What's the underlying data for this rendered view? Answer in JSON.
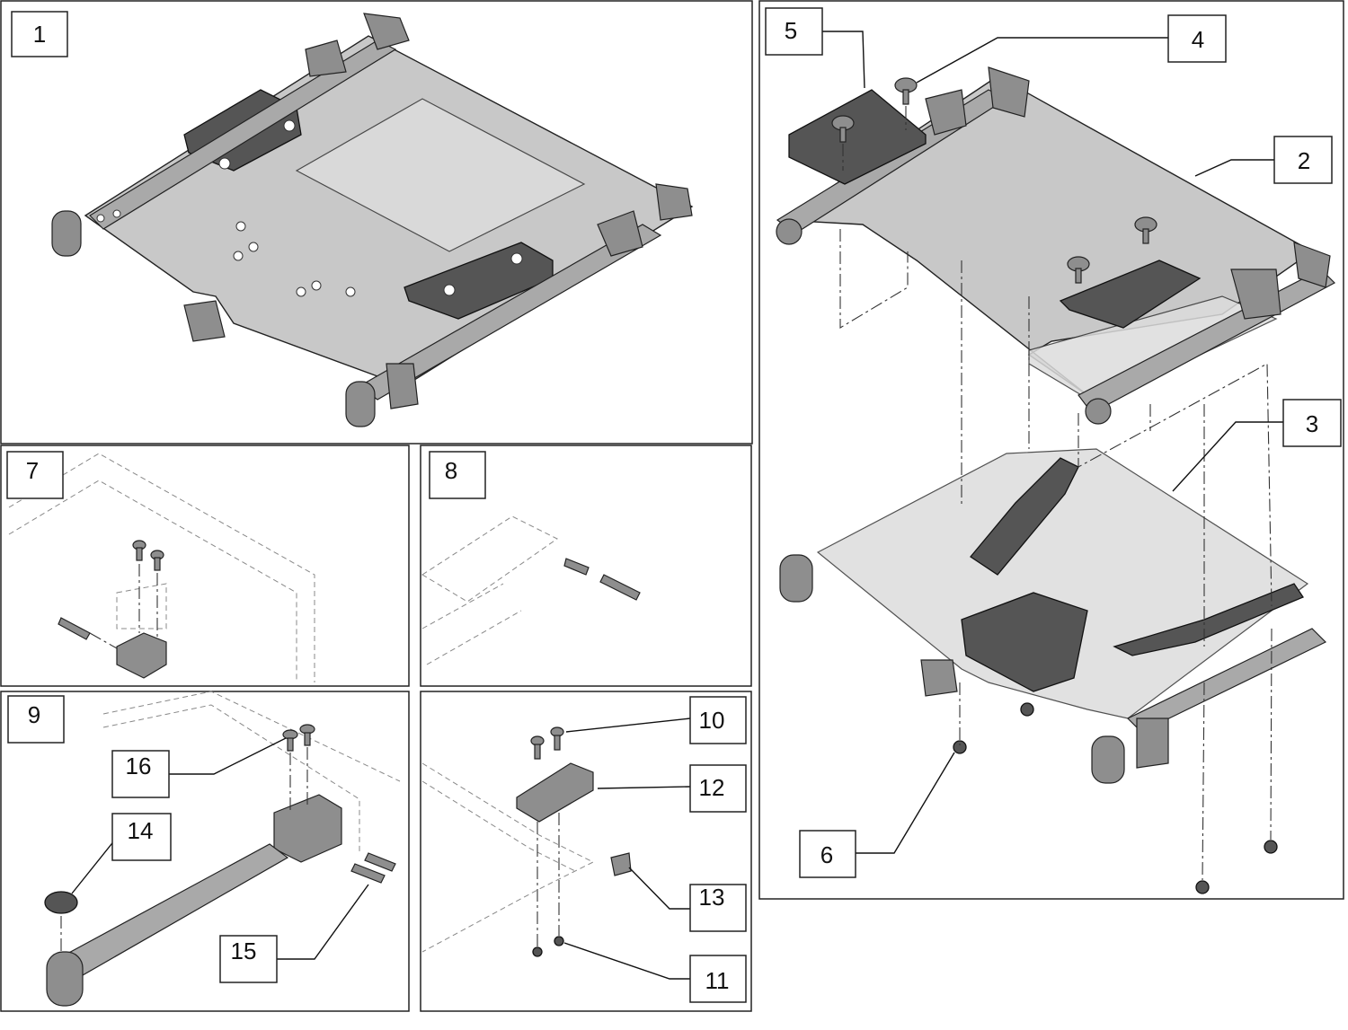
{
  "panels": [
    {
      "id": "panel-1",
      "label": "1"
    },
    {
      "id": "panel-7",
      "label": "7"
    },
    {
      "id": "panel-8",
      "label": "8"
    },
    {
      "id": "panel-9",
      "label": "9"
    }
  ],
  "callouts": {
    "c2": "2",
    "c3": "3",
    "c4": "4",
    "c5": "5",
    "c6": "6",
    "c10": "10",
    "c11": "11",
    "c12": "12",
    "c13": "13",
    "c14": "14",
    "c15": "15",
    "c16": "16"
  }
}
